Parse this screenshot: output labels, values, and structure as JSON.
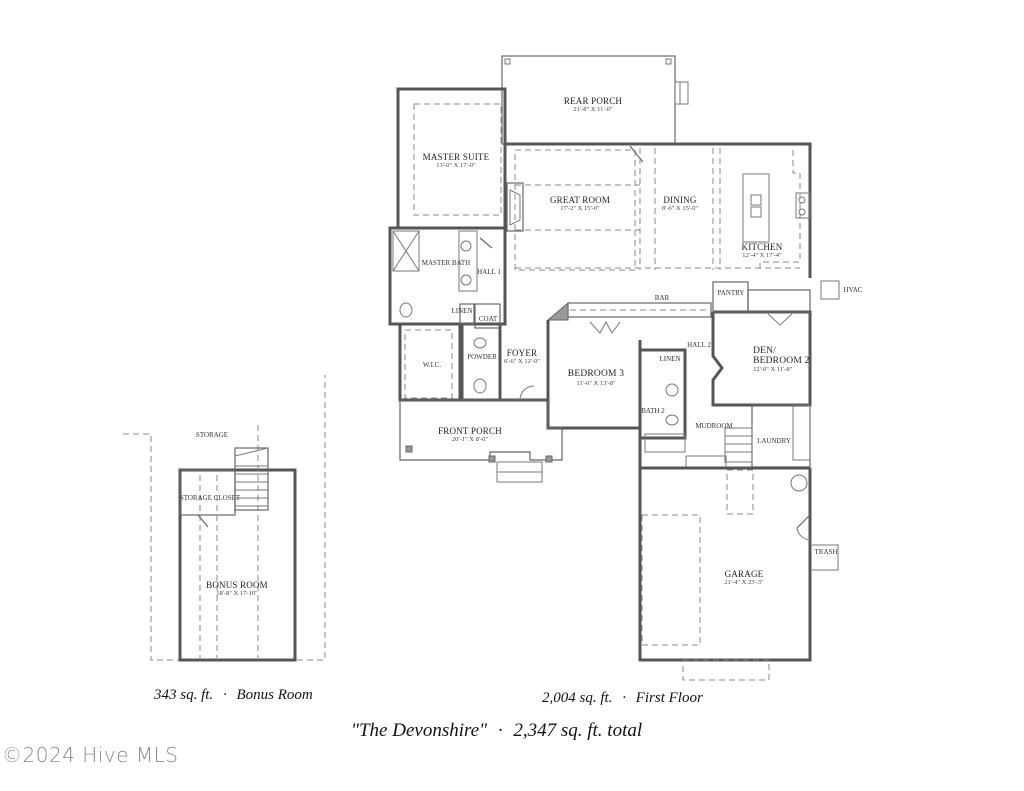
{
  "plan": {
    "title": "\"The Devonshire\"",
    "total": "2,347 sq. ft. total",
    "separator": "·"
  },
  "floors": {
    "bonus": {
      "area": "343 sq. ft.",
      "name": "Bonus Room"
    },
    "first": {
      "area": "2,004 sq. ft.",
      "name": "First Floor"
    }
  },
  "rooms": {
    "rear_porch": {
      "name": "REAR PORCH",
      "dims": "21'-8\" X 11'-0\""
    },
    "master_suite": {
      "name": "MASTER SUITE",
      "dims": "13'-0\" X 17'-0\""
    },
    "great_room": {
      "name": "GREAT ROOM",
      "dims": "17'-2\" X 15'-0\""
    },
    "dining": {
      "name": "DINING",
      "dims": "8'-6\" X 15'-0\""
    },
    "kitchen": {
      "name": "KITCHEN",
      "dims": "12'-4\" X 17'-4\""
    },
    "master_bath": {
      "name": "MASTER BATH"
    },
    "hall1": {
      "name": "HALL 1"
    },
    "linen1": {
      "name": "LINEN"
    },
    "coat": {
      "name": "COAT"
    },
    "wic": {
      "name": "W.I.C."
    },
    "powder": {
      "name": "POWDER"
    },
    "foyer": {
      "name": "FOYER",
      "dims": "6'-6\" X 12'-0\""
    },
    "bar": {
      "name": "BAR"
    },
    "bedroom3": {
      "name": "BEDROOM 3",
      "dims": "11'-0\" X 13'-8\""
    },
    "hall2": {
      "name": "HALL 2"
    },
    "linen2": {
      "name": "LINEN"
    },
    "bath2": {
      "name": "BATH 2"
    },
    "pantry": {
      "name": "PANTRY"
    },
    "hvac": {
      "name": "HVAC"
    },
    "den": {
      "name_line1": "DEN/",
      "name_line2": "BEDROOM 2",
      "dims": "12'-0\" X 11'-8\""
    },
    "mudroom": {
      "name": "MUDROOM"
    },
    "laundry": {
      "name": "LAUNDRY"
    },
    "front_porch": {
      "name": "FRONT PORCH",
      "dims": "20'-1\" X 8'-0\""
    },
    "garage": {
      "name": "GARAGE",
      "dims": "21'-4\" X 23'-3\""
    },
    "trash": {
      "name": "TRASH"
    },
    "storage": {
      "name": "STORAGE"
    },
    "storage_closet": {
      "name": "STORAGE CLOSET"
    },
    "bonus_room": {
      "name": "BONUS ROOM",
      "dims": "18'-8\" X 17-10\""
    }
  },
  "watermark": "©2024 Hive MLS"
}
